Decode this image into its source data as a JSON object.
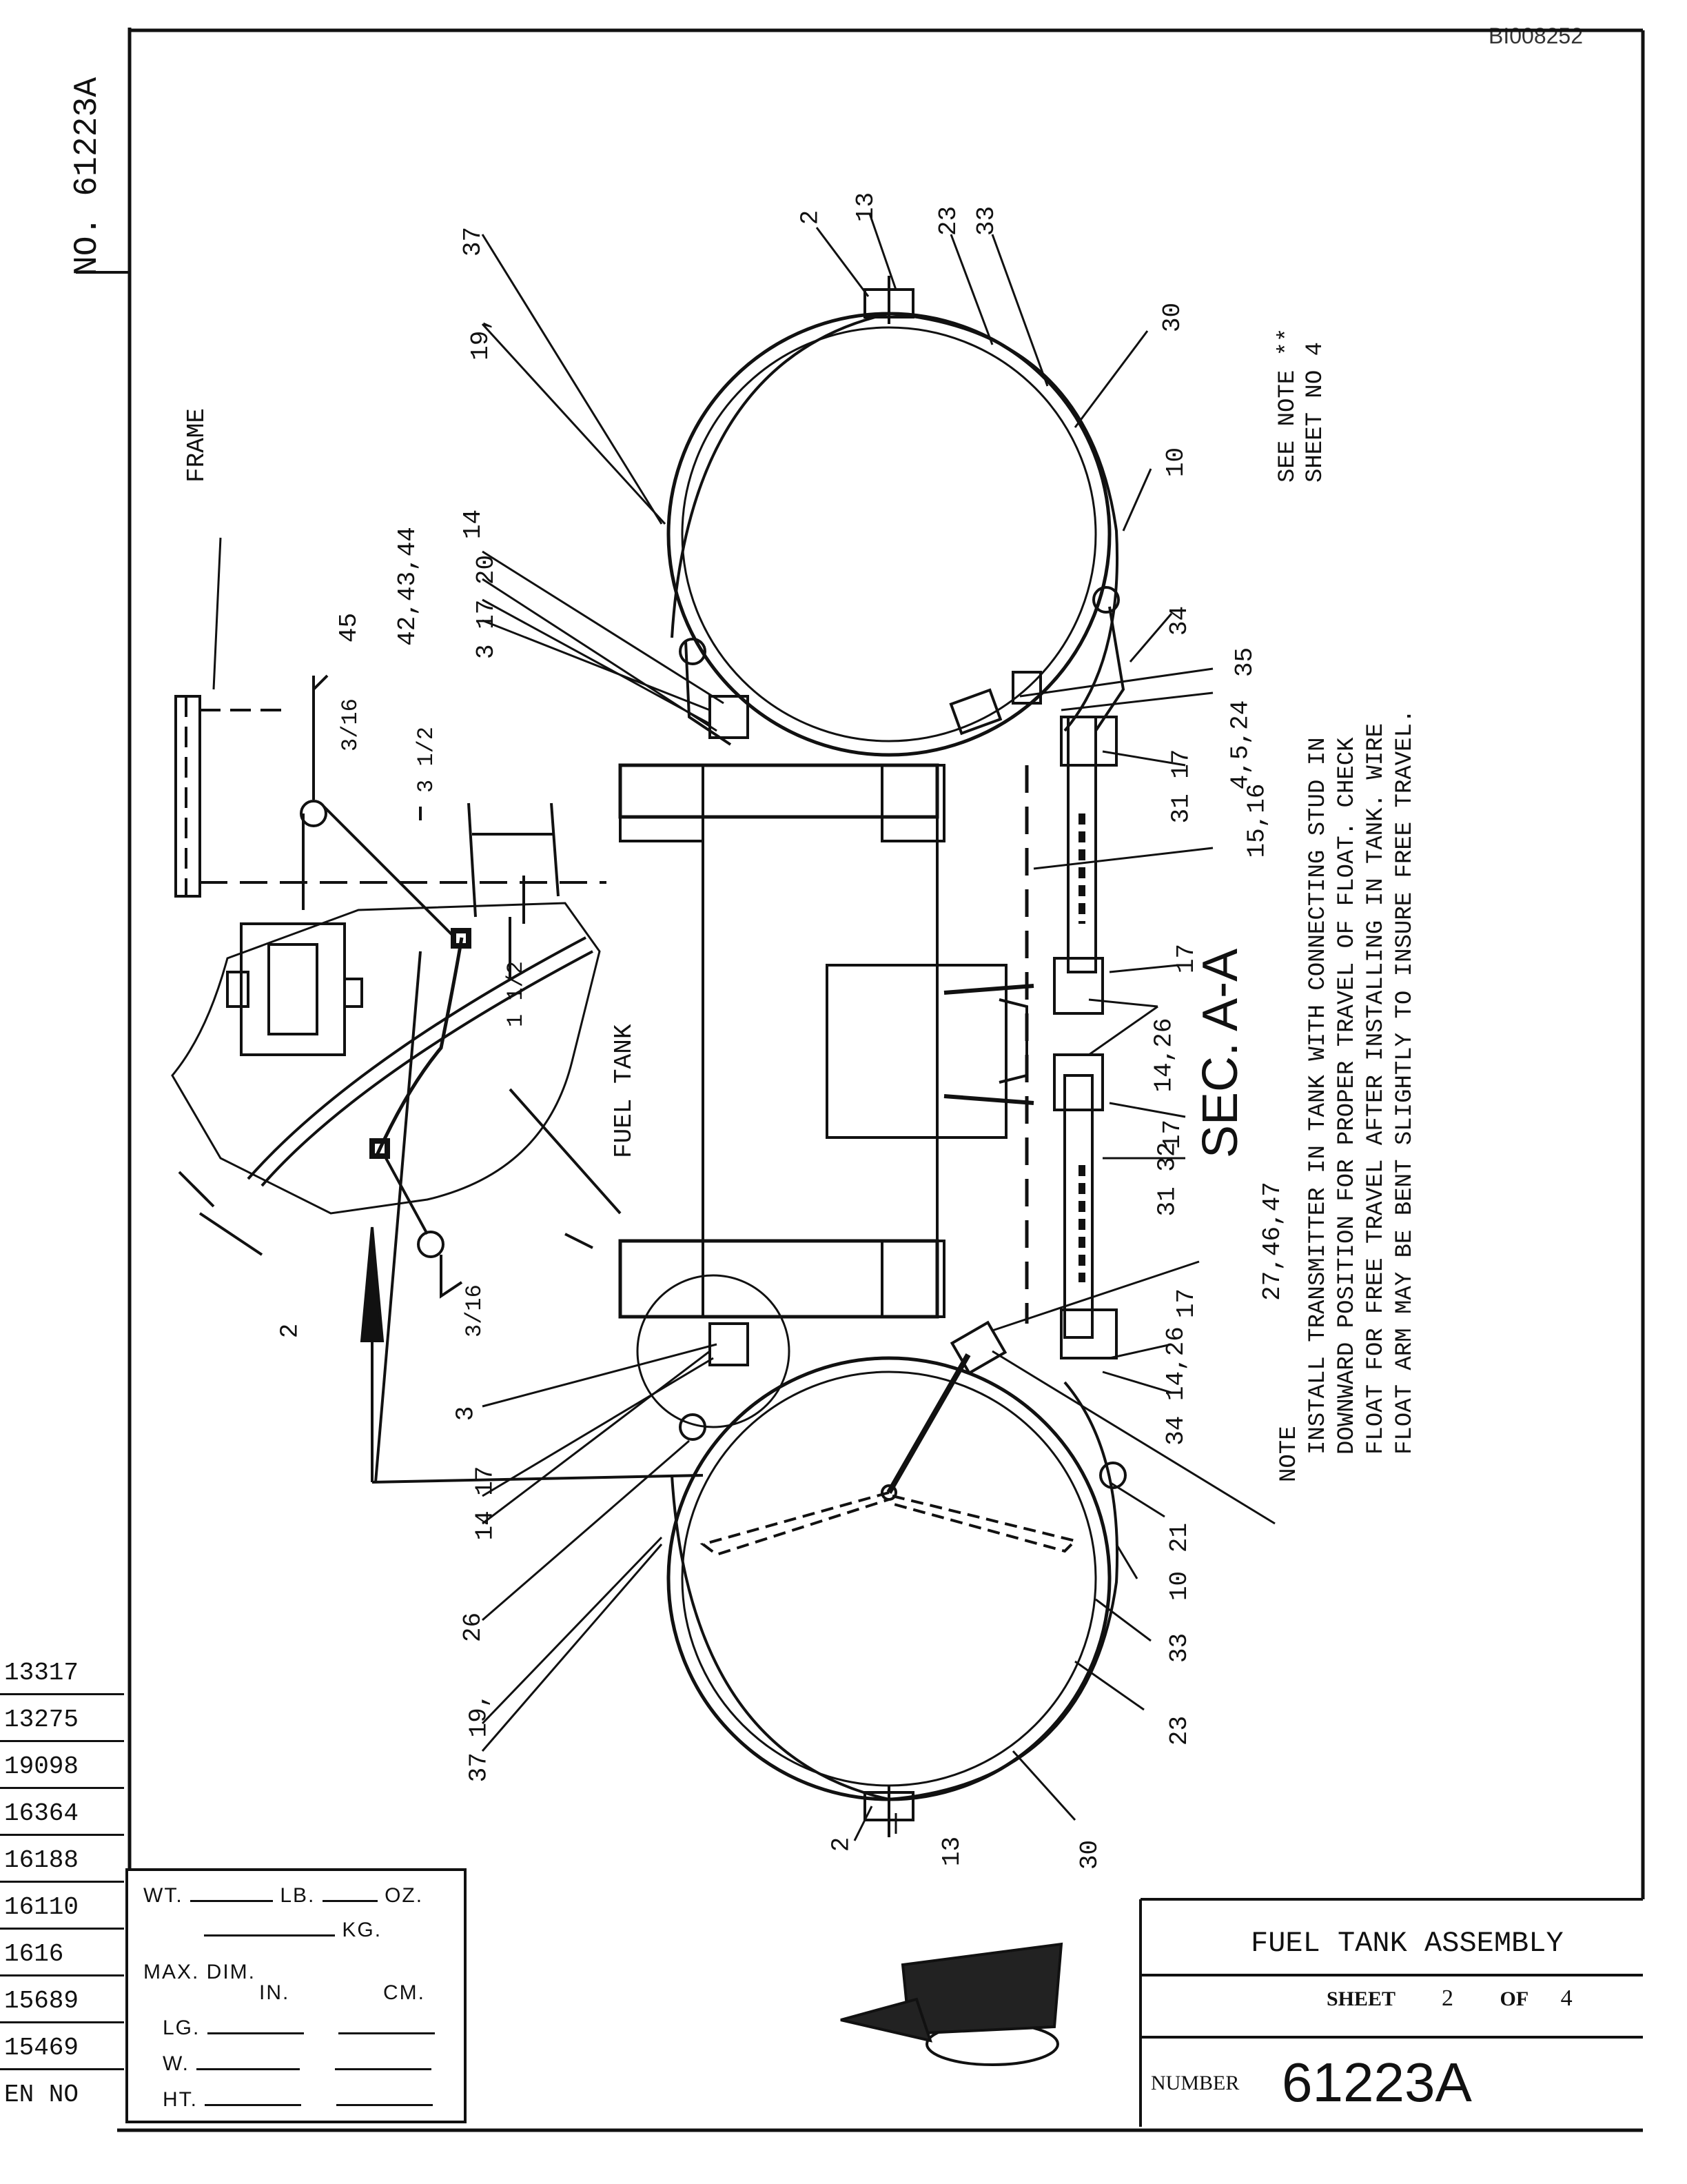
{
  "doc_id": "BI008252",
  "border_no": {
    "prefix": "NO.",
    "number": "61223A"
  },
  "title_block": {
    "title": "FUEL TANK ASSEMBLY",
    "sheet_label": "SHEET",
    "sheet_num": "2",
    "of_label": "OF",
    "sheet_total": "4",
    "number_label": "NUMBER",
    "number": "61223A"
  },
  "weight_block": {
    "wt": "WT.",
    "lb": "LB.",
    "oz": "OZ.",
    "kg": "KG.",
    "max_dim": "MAX. DIM.",
    "in": "IN.",
    "cm": "CM.",
    "lg": "LG.",
    "w": "W.",
    "ht": "HT."
  },
  "revisions": [
    "13317",
    "13275",
    "19098",
    "16364",
    "16188",
    "16110",
    "1616",
    "15689",
    "15469",
    "EN NO"
  ],
  "labels": {
    "frame": "FRAME",
    "fuel_tank": "FUEL TANK",
    "section": "SEC. A-A",
    "see_note_1": "SEE NOTE **",
    "see_note_2": "SHEET NO 4",
    "note_title": "NOTE",
    "note_lines": [
      "INSTALL TRANSMITTER IN TANK WITH CONNECTING STUD IN",
      "DOWNWARD POSITION FOR PROPER TRAVEL OF FLOAT.  CHECK",
      "FLOAT FOR FREE TRAVEL AFTER INSTALLING IN TANK.  WIRE",
      "FLOAT ARM MAY BE BENT SLIGHTLY TO INSURE FREE TRAVEL."
    ],
    "dim_3_16_a": "3/16",
    "dim_3_16_b": "3/16",
    "dim_3_half": "3 1/2",
    "dim_1_half": "1 1/2"
  },
  "callouts": {
    "c2_top": "2",
    "c13_top": "13",
    "c23_top": "23",
    "c33_top": "33",
    "c30_top": "30",
    "c10_top": "10",
    "c34_top": "34",
    "c35": "35",
    "c4_5_24": "4,5,24",
    "c31_17_a": "31 17",
    "c15_16": "15,16",
    "c17_a": "17",
    "c14_26_mid": "14,26",
    "c17_b": "17",
    "c31_32": "31 32",
    "c27_46_47": "27,46,47",
    "c17_c": "17",
    "c34_14_26": "34 14,26",
    "c21": "21",
    "c10_bot": "10",
    "c33_bot": "33",
    "c23_bot": "23",
    "c30_bot": "30",
    "c13_bot": "13",
    "c2_bot": "2",
    "c37_19_bot": "37 19,",
    "c26": "26",
    "c14_17": "14 17",
    "c3_bot": "3",
    "c37_top": "37",
    "c19_top": "19,",
    "c3_17_20": "3 17 20",
    "c14_top": "14",
    "c45": "45",
    "c42_43_44": "42,43,44",
    "c2_detail": "2"
  }
}
